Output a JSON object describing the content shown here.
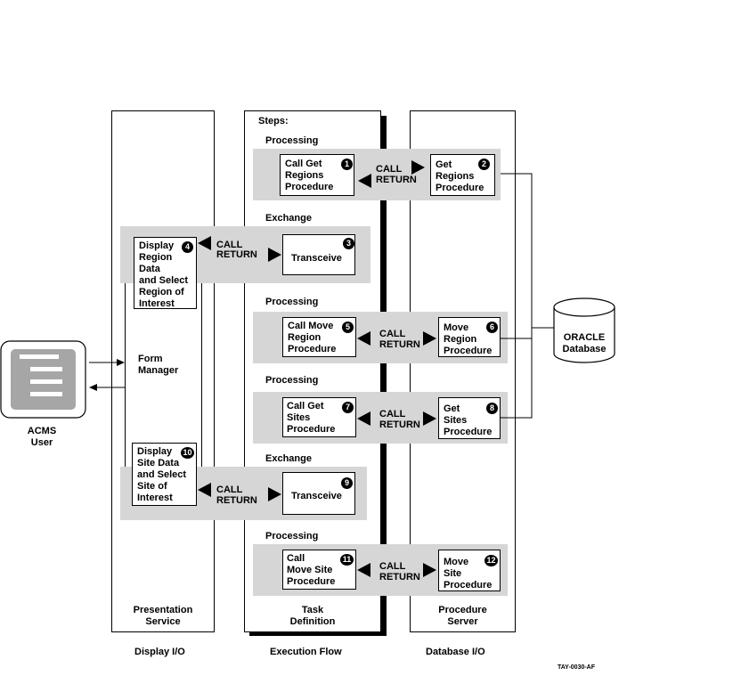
{
  "columns": {
    "presentation": "Presentation\nService",
    "task": "Task\nDefinition",
    "procedure": "Procedure\nServer"
  },
  "bottom_labels": {
    "display_io": "Display I/O",
    "execution_flow": "Execution Flow",
    "database_io": "Database I/O",
    "figure_id": "TAY-0030-AF"
  },
  "steps_label": "Steps:",
  "sections": [
    "Processing",
    "Exchange",
    "Processing",
    "Processing",
    "Exchange",
    "Processing"
  ],
  "call": "CALL",
  "return": "RETURN",
  "boxes": {
    "b1": "Call Get\nRegions\nProcedure",
    "b2": "Get\nRegions\nProcedure",
    "b3": "Transceive",
    "b4": "Display\nRegion\nData\nand Select\nRegion of\nInterest",
    "b5": "Call Move\nRegion\nProcedure",
    "b6": "Move\nRegion\nProcedure",
    "b7": "Call Get\nSites\nProcedure",
    "b8": "Get\nSites\nProcedure",
    "b9": "Transceive",
    "b10": "Display\nSite Data\nand Select\nSite of\nInterest",
    "b11": "Call\nMove Site\nProcedure",
    "b12": "Move\nSite\nProcedure"
  },
  "numbers": [
    "1",
    "2",
    "3",
    "4",
    "5",
    "6",
    "7",
    "8",
    "9",
    "10",
    "11",
    "12"
  ],
  "form_manager": "Form\nManager",
  "acms_user": "ACMS\nUser",
  "database": "ORACLE\nDatabase"
}
